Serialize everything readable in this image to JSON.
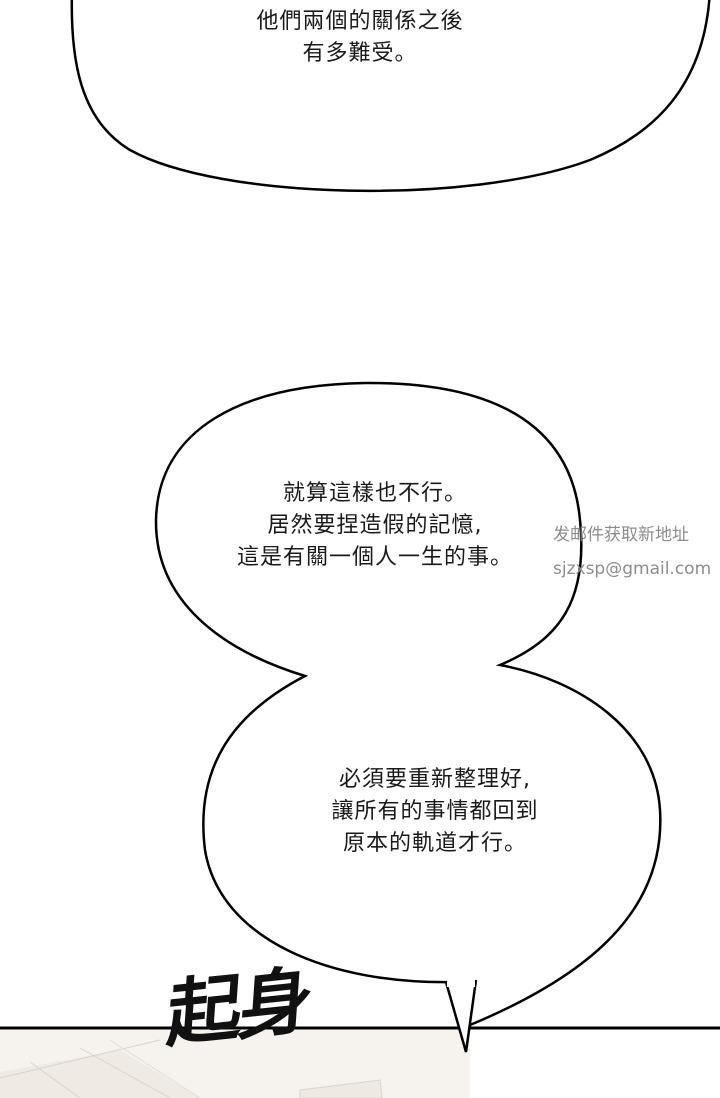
{
  "panel": {
    "background": "#ffffff",
    "bubbles": [
      {
        "id": "top",
        "lines": [
          "他們兩個的關係之後",
          "有多難受。"
        ]
      },
      {
        "id": "middle-upper",
        "lines": [
          "就算這樣也不行。",
          "居然要捏造假的記憶,",
          "這是有關一個人一生的事。"
        ]
      },
      {
        "id": "middle-lower",
        "lines": [
          "必須要重新整理好,",
          "讓所有的事情都回到",
          "原本的軌道才行。"
        ]
      }
    ],
    "sound_effect": "起身",
    "watermark": {
      "line1": "发邮件获取新地址",
      "line2": "sjzxsp@gmail.com",
      "color": "#8c8c8c"
    },
    "colors": {
      "outline": "#000000",
      "text": "#1a1a1a",
      "floor": "#f4f1ec"
    }
  }
}
